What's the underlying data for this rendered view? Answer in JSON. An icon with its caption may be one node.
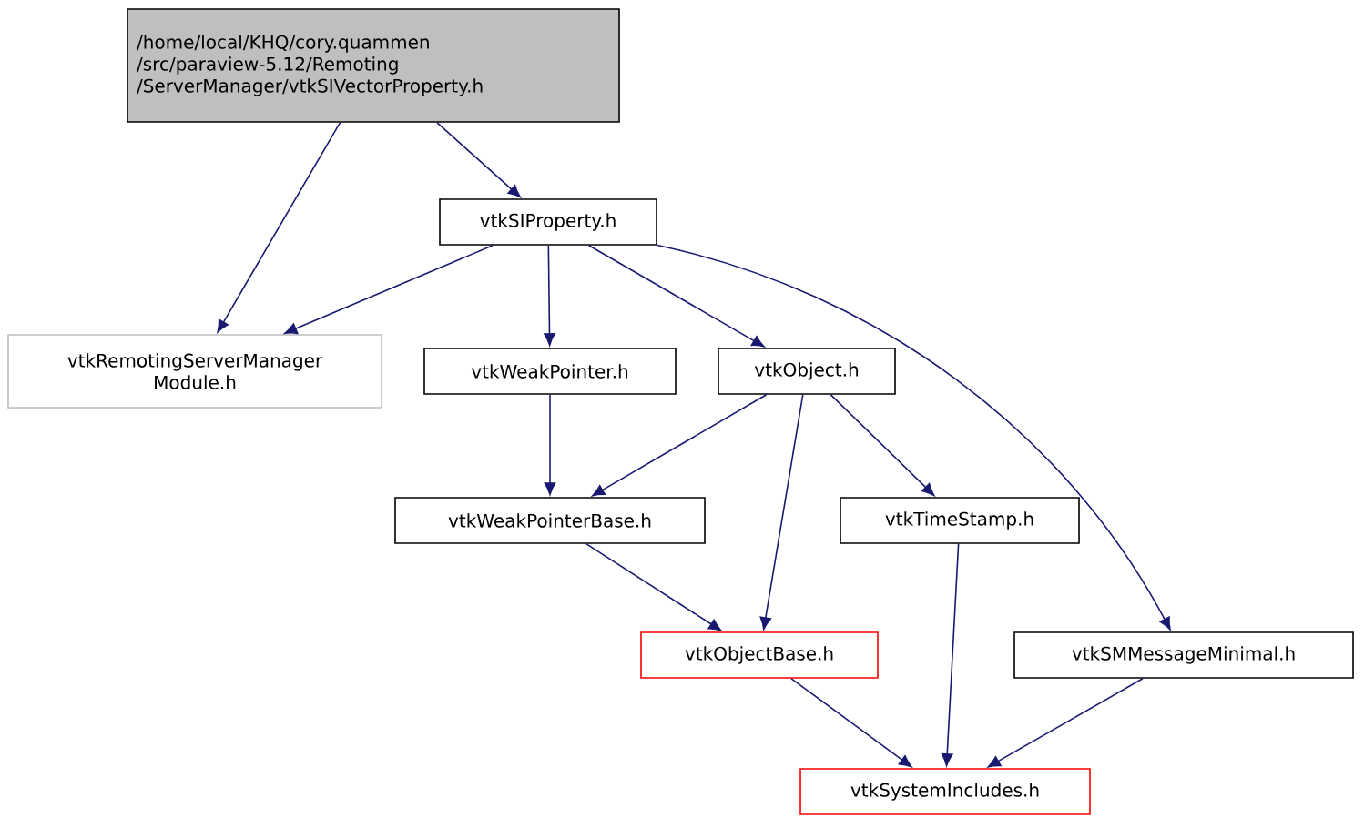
{
  "diagram": {
    "nodes": [
      {
        "text": [
          "/home/local/KHQ/cory.quammen /src/paraview-5.12/Remoting /ServerManager/vtkSIVectorProperty.h"
        ]
      },
      {
        "text": [
          "vtkSIProperty.h"
        ]
      },
      {
        "text": [
          "vtkRemotingServerManager Module.h"
        ]
      },
      {
        "text": [
          "vtkWeakPointer.h"
        ]
      },
      {
        "text": [
          "vtkObject.h"
        ]
      },
      {
        "text": [
          "vtkWeakPointerBase.h"
        ]
      },
      {
        "text": [
          "vtkTimeStamp.h"
        ]
      },
      {
        "text": [
          "vtkObjectBase.h"
        ]
      },
      {
        "text": [
          "vtkSMMessageMinimal.h"
        ]
      },
      {
        "text": [
          "vtkSystemIncludes.h"
        ]
      }
    ],
    "edges": [
      {
        "from": 0,
        "to": 2,
        "arrow": "to"
      },
      {
        "from": 0,
        "to": 1,
        "arrow": "to"
      },
      {
        "from": 1,
        "to": 2,
        "arrow": "to"
      },
      {
        "from": 1,
        "to": 3,
        "arrow": "to"
      },
      {
        "from": 1,
        "to": 4,
        "arrow": "to"
      },
      {
        "from": 1,
        "to": 8,
        "arrow": "to"
      },
      {
        "from": 3,
        "to": 5,
        "arrow": "to"
      },
      {
        "from": 4,
        "to": 5,
        "arrow": "to"
      },
      {
        "from": 4,
        "to": 7,
        "arrow": "to"
      },
      {
        "from": 4,
        "to": 6,
        "arrow": "to"
      },
      {
        "from": 5,
        "to": 7,
        "arrow": "to"
      },
      {
        "from": 6,
        "to": 9,
        "arrow": "to"
      },
      {
        "from": 7,
        "to": 9,
        "arrow": "to"
      },
      {
        "from": 8,
        "to": 9,
        "arrow": "to"
      }
    ]
  }
}
